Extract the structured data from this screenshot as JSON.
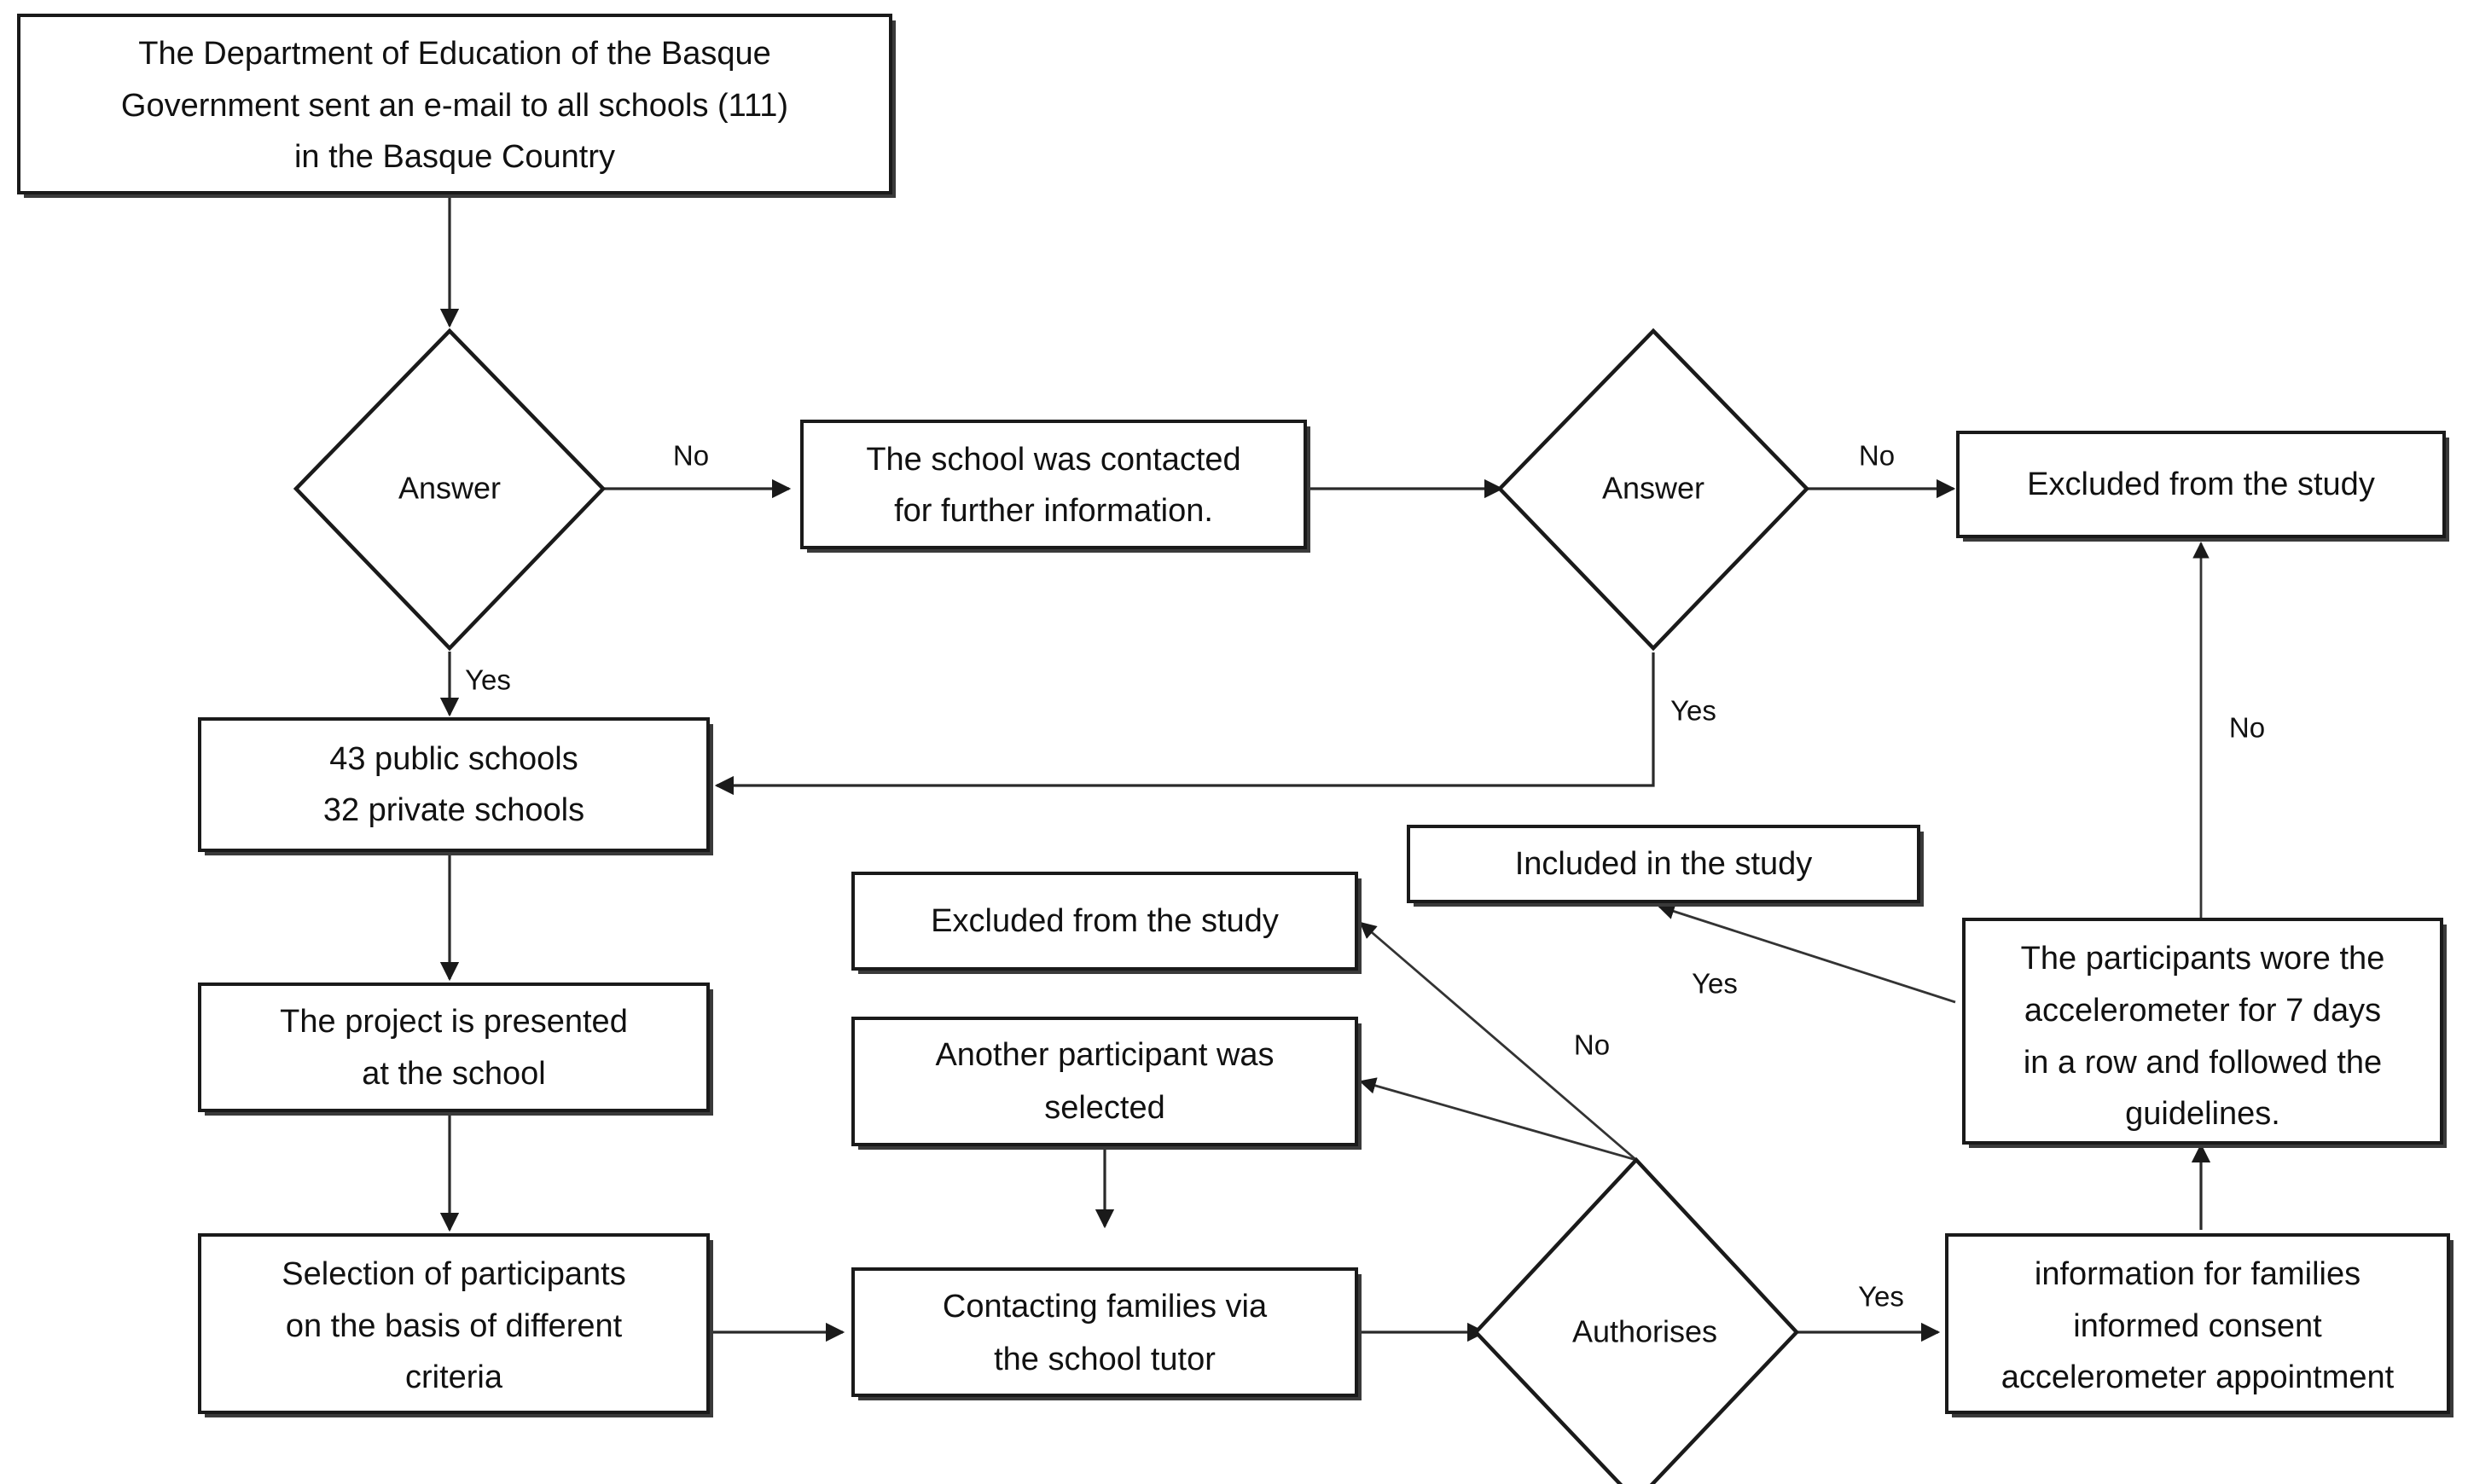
{
  "diagram": {
    "type": "flowchart",
    "title": "",
    "nodes": {
      "dept_email": {
        "shape": "rectangle",
        "lines": [
          "The Department of Education of the Basque",
          "Government sent an e-mail to all schools (111)",
          "in the Basque Country"
        ]
      },
      "answer_1": {
        "shape": "diamond",
        "label": "Answer"
      },
      "school_contacted": {
        "shape": "rectangle",
        "lines": [
          "The school was contacted",
          "for further information."
        ]
      },
      "answer_2": {
        "shape": "diamond",
        "label": "Answer"
      },
      "excluded_top": {
        "shape": "rectangle",
        "lines": [
          "Excluded from the study"
        ]
      },
      "schools_count": {
        "shape": "rectangle",
        "lines": [
          "43 public schools",
          "32 private schools"
        ]
      },
      "project_presented": {
        "shape": "rectangle",
        "lines": [
          "The project is presented",
          "at the school"
        ]
      },
      "selection_participants": {
        "shape": "rectangle",
        "lines": [
          "Selection of participants",
          "on the basis of different",
          "criteria"
        ]
      },
      "excluded_mid": {
        "shape": "rectangle",
        "lines": [
          "Excluded from the study"
        ]
      },
      "another_participant": {
        "shape": "rectangle",
        "lines": [
          "Another participant was",
          "selected"
        ]
      },
      "contacting_families": {
        "shape": "rectangle",
        "lines": [
          "Contacting families via",
          "the school tutor"
        ]
      },
      "authorises": {
        "shape": "diamond",
        "label": "Authorises"
      },
      "included_study": {
        "shape": "rectangle",
        "lines": [
          "Included in the study"
        ]
      },
      "participants_wore": {
        "shape": "rectangle",
        "lines": [
          "The participants wore the",
          "accelerometer for 7 days",
          "in a row and followed the",
          "guidelines."
        ]
      },
      "info_families": {
        "shape": "rectangle",
        "lines": [
          "information for families",
          "informed consent",
          "accelerometer appointment"
        ]
      }
    },
    "edge_labels": {
      "answer1_no": "No",
      "answer1_yes": "Yes",
      "answer2_no": "No",
      "answer2_yes": "Yes",
      "participants_no": "No",
      "authorises_yes": "Yes",
      "authorises_no": "No",
      "accelerometer_yes": "Yes"
    },
    "colors": {
      "stroke": "#1a1a1a",
      "fill": "#ffffff",
      "text": "#111111",
      "background": "#ffffff"
    }
  }
}
